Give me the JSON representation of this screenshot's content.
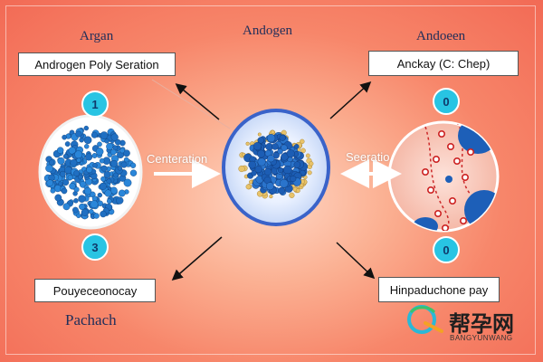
{
  "titles": {
    "top_left": "Argan",
    "top_center": "Andogen",
    "top_right": "Andoeen",
    "bottom_left": "Pachach"
  },
  "boxes": {
    "top_left": "Androgen Poly Seration",
    "top_right": "Anckay (C: Chep)",
    "bottom_left": "Pouyeceonocay",
    "bottom_right": "Hinpaduchone pay"
  },
  "badges": {
    "top_left": "1",
    "bottom_left": "3",
    "top_right": "0",
    "bottom_right": "0"
  },
  "arrow_labels": {
    "left": "Centeration",
    "right": "Seeratio"
  },
  "watermark": {
    "chinese": "帮孕网",
    "latin": "BANGYUNWANG"
  },
  "colors": {
    "background": "#f7866a",
    "badge": "#28c4e3",
    "cell_blue": "#1f6fc2",
    "center_ring": "#3a63c9"
  }
}
